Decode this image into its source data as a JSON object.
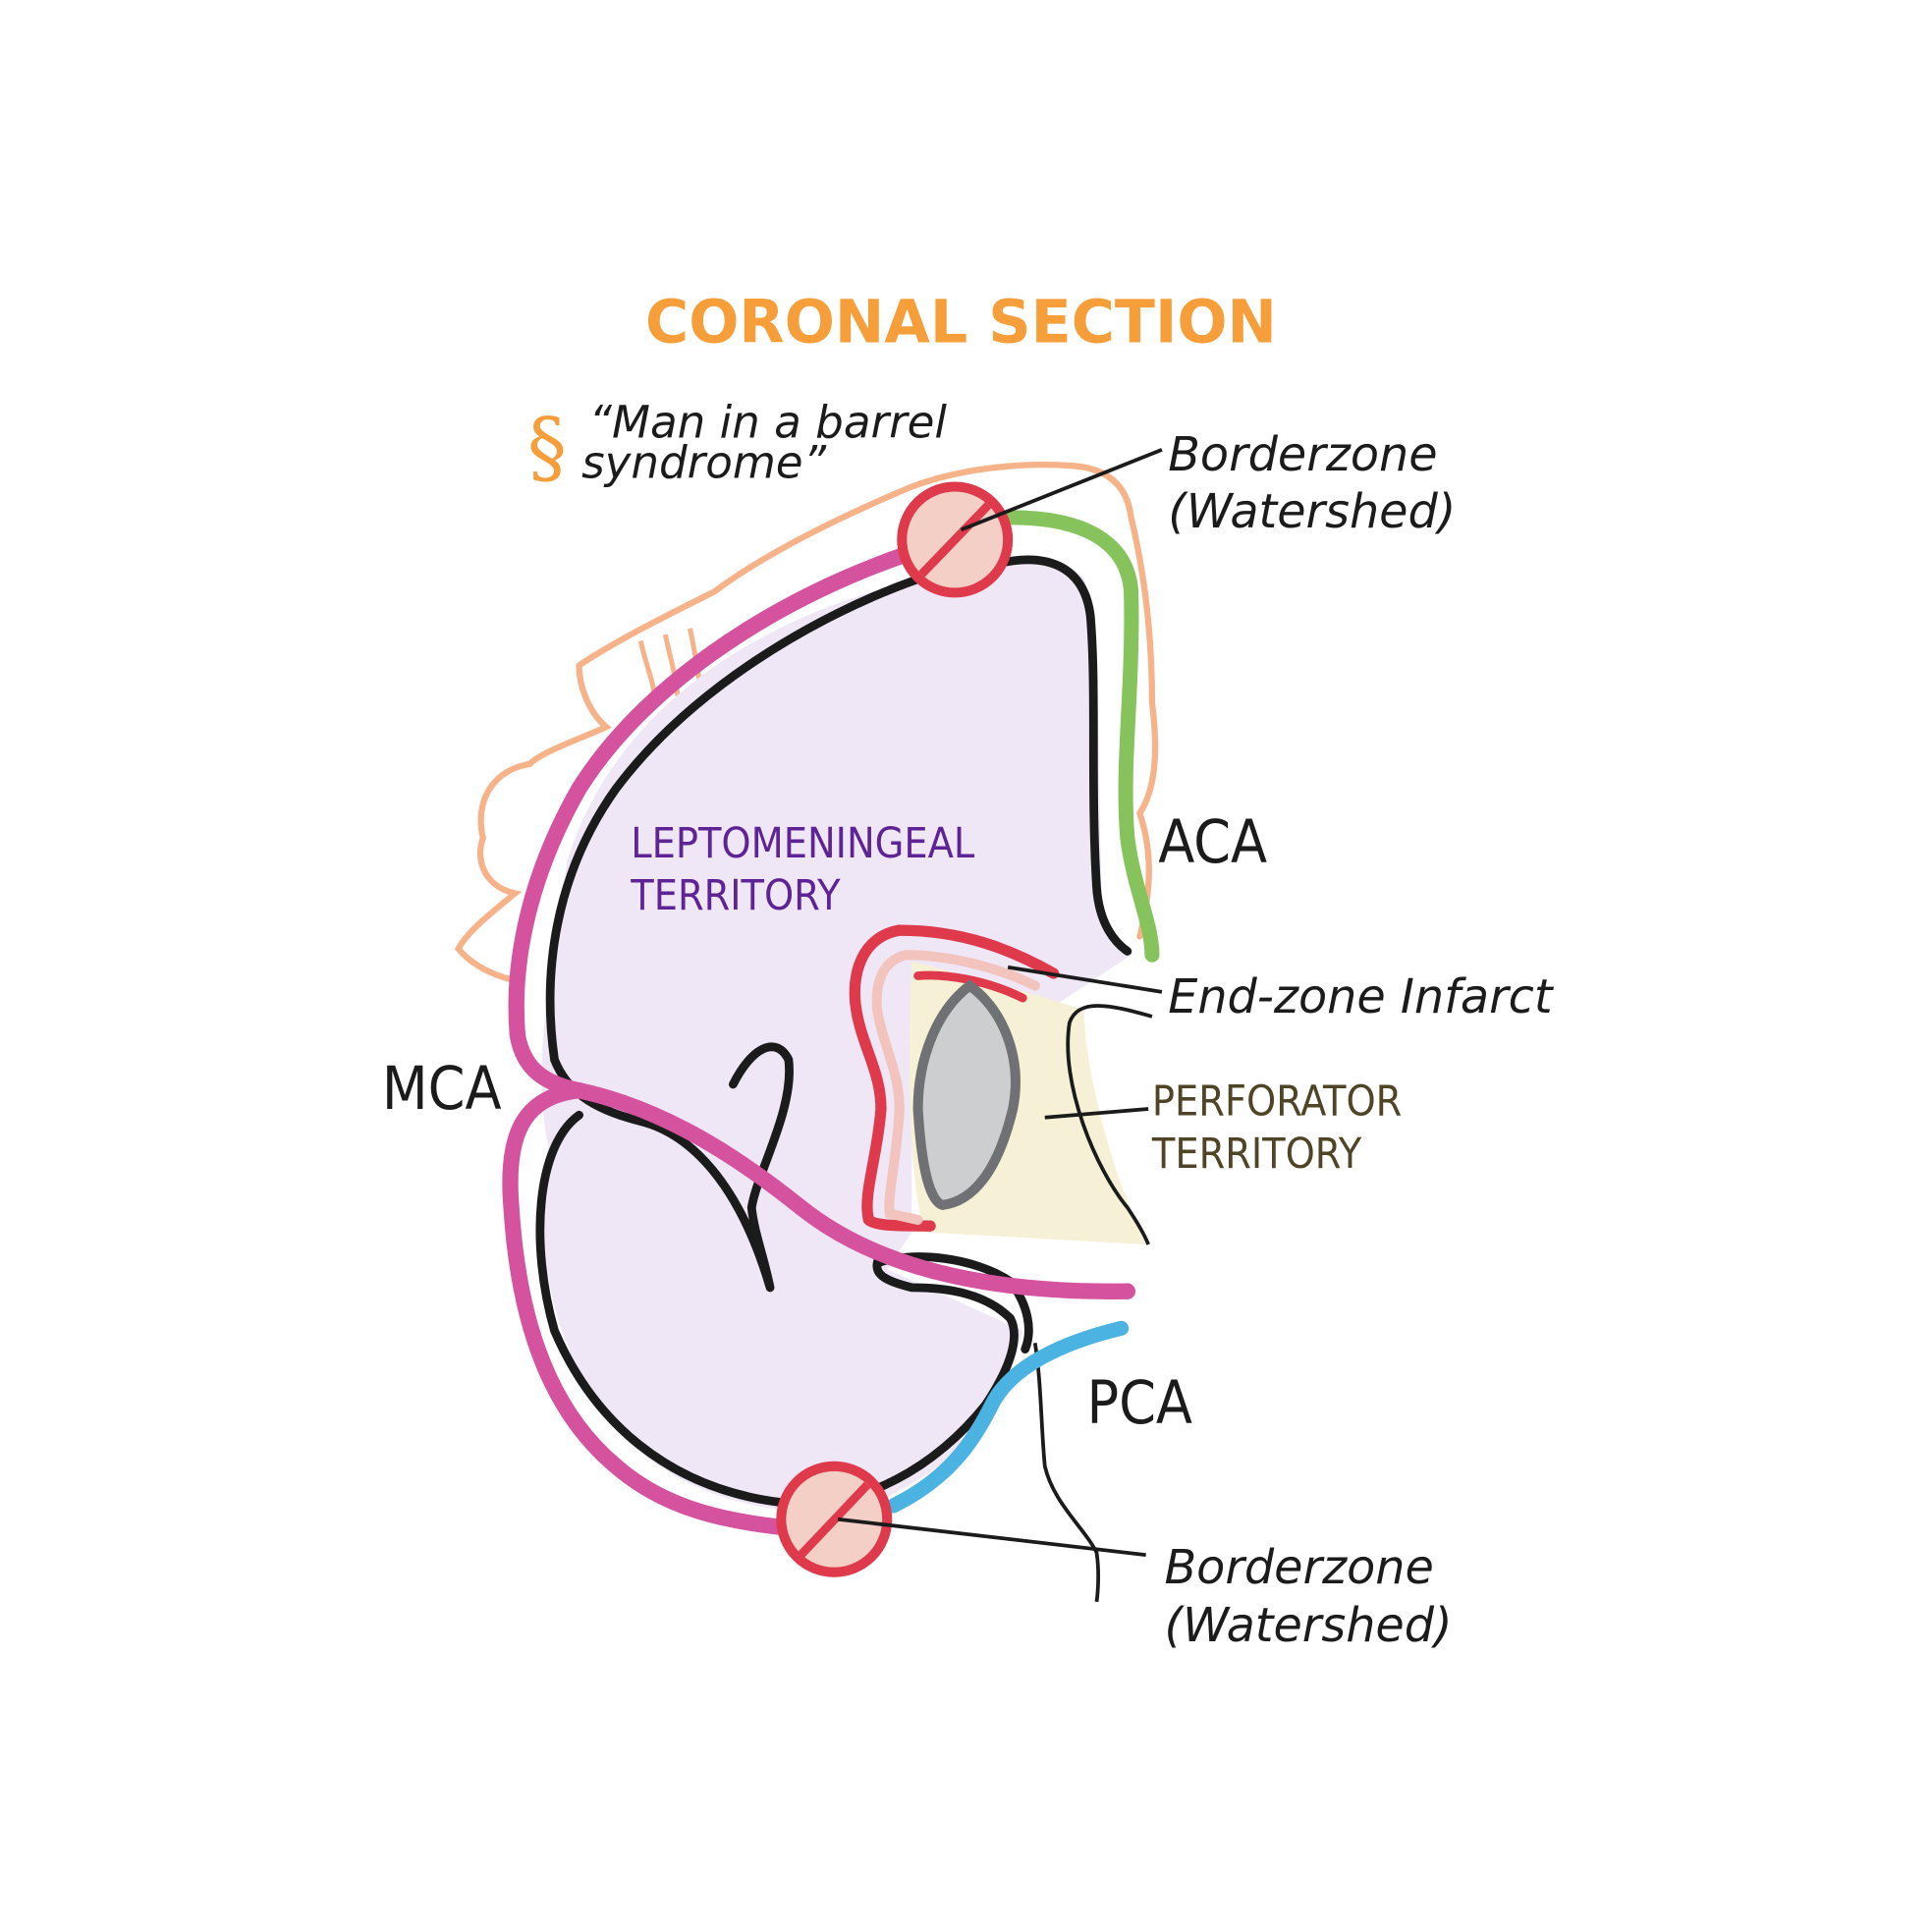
{
  "title": "CORONAL SECTION",
  "note": {
    "icon": "pearl-icon",
    "line1": "“Man in a barrel",
    "line2": "syndrome”"
  },
  "labels": {
    "borderzone_top_line1": "Borderzone",
    "borderzone_top_line2": "(Watershed)",
    "aca": "ACA",
    "end_zone": "End-zone Infarct",
    "perforator_line1": "PERFORATOR",
    "perforator_line2": "TERRITORY",
    "mca": "MCA",
    "pca": "PCA",
    "borderzone_bottom_line1": "Borderzone",
    "borderzone_bottom_line2": "(Watershed)",
    "lepto_line1": "LEPTOMENINGEAL",
    "lepto_line2": "TERRITORY"
  },
  "colors": {
    "title": "#F59E3A",
    "mca": "#D4529E",
    "aca": "#86C35C",
    "pca": "#4BB3E2",
    "infarct": "#DE3A4B",
    "lepto_fill": "#EFE6F6",
    "perforator_fill": "#F6F1D6",
    "homunculus": "#F6B38A"
  }
}
